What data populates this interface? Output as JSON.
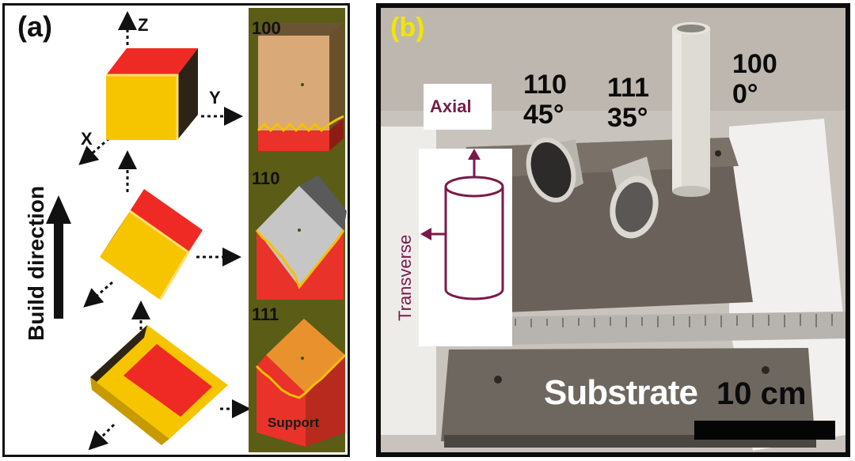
{
  "panel_a": {
    "label": "(a)",
    "build_direction": "Build direction",
    "axes": {
      "z": "Z",
      "y": "Y",
      "x": "X"
    },
    "orientations": [
      {
        "code": "100"
      },
      {
        "code": "110"
      },
      {
        "code": "111"
      }
    ],
    "support_label": "Support",
    "colors": {
      "cube_yellow": "#f7c400",
      "cube_red": "#ef2a24",
      "cube_dark": "#2d2417",
      "bg_olive": "#5b5c16"
    }
  },
  "panel_b": {
    "label": "(b)",
    "tubes": [
      {
        "code": "110",
        "angle": "45°"
      },
      {
        "code": "111",
        "angle": "35°"
      },
      {
        "code": "100",
        "angle": "0°"
      }
    ],
    "axial_label": "Axial",
    "transverse_label": "Transverse",
    "substrate_label": "Substrate",
    "scale_label": "10 cm",
    "colors": {
      "label_yellow": "#f2e600",
      "annotation": "#7a1a4a"
    }
  }
}
